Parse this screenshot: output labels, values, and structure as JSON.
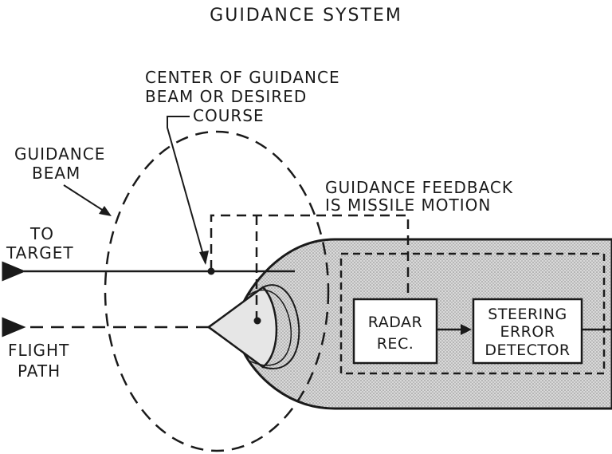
{
  "title": "GUIDANCE SYSTEM",
  "labels": {
    "center_line1": "CENTER OF GUIDANCE",
    "center_line2": "BEAM OR DESIRED",
    "center_line3": "COURSE",
    "beam_line1": "GUIDANCE",
    "beam_line2": "BEAM",
    "feedback_line1": "GUIDANCE FEEDBACK",
    "feedback_line2": "IS MISSILE MOTION",
    "target_line1": "TO",
    "target_line2": "TARGET",
    "flight_line1": "FLIGHT",
    "flight_line2": "PATH"
  },
  "blocks": {
    "radar_line1": "RADAR",
    "radar_line2": "REC.",
    "steering_line1": "STEERING",
    "steering_line2": "ERROR",
    "steering_line3": "DETECTOR"
  },
  "colors": {
    "ink": "#1a1a1a",
    "missile_fill": "#cfcfcf"
  }
}
